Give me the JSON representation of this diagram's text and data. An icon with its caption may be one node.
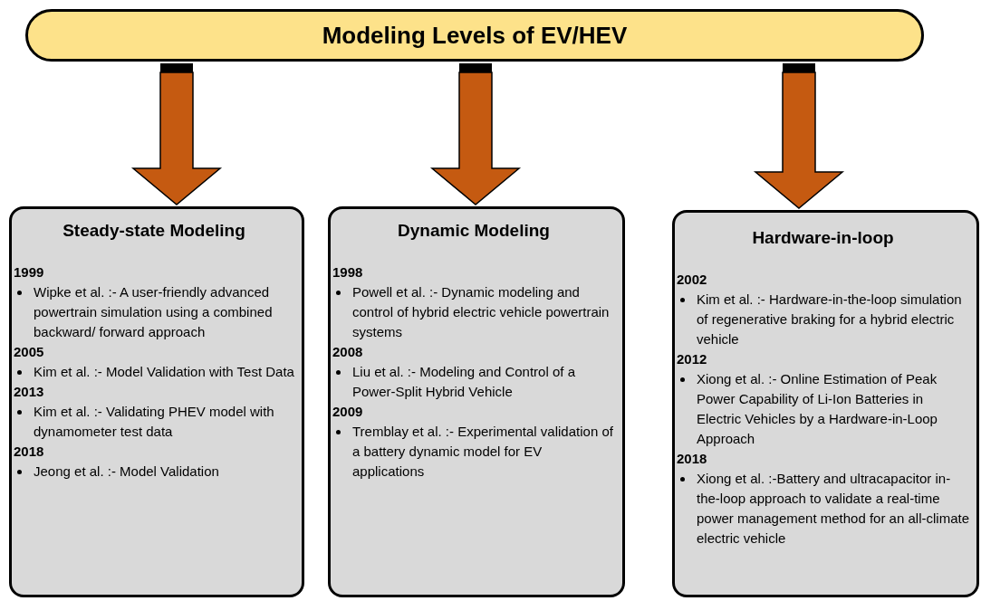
{
  "diagram": {
    "nodes": [
      {
        "text": [
          "Modeling Levels of EV/HEV"
        ]
      },
      {
        "text": [
          "Steady-state Modeling",
          "1999",
          "Wipke et al. :- A user-friendly advanced powertrain simulation using a combined backward/ forward approach",
          "2005",
          "Kim et al. :- Model Validation with Test Data",
          "2013",
          "Kim et al. :- Validating PHEV model with dynamometer test data",
          "2018",
          "Jeong et al. :- Model Validation"
        ]
      },
      {
        "text": [
          "Dynamic Modeling",
          "1998",
          "Powell et al. :- Dynamic modeling and control of hybrid electric vehicle powertrain systems",
          "2008",
          "Liu et al. :- Modeling and Control of a Power-Split Hybrid Vehicle",
          "2009",
          "Tremblay et al. :- Experimental validation of a battery dynamic model for EV applications"
        ]
      },
      {
        "text": [
          "Hardware-in-loop",
          "2002",
          "Kim et al. :- Hardware-in-the-loop simulation of regenerative braking for a hybrid electric vehicle",
          "2012",
          "Xiong et al. :- Online Estimation of Peak Power Capability of Li-Ion Batteries in Electric Vehicles by a Hardware-in-Loop Approach",
          "2018",
          "Xiong et al. :-Battery and ultracapacitor in-the-loop approach to validate a real-time power management method for an all-climate electric vehicle"
        ]
      }
    ],
    "edges": [
      {
        "from": 0,
        "to": 1,
        "arrow": "to",
        "style": "thick",
        "color": "#c55a11"
      },
      {
        "from": 0,
        "to": 2,
        "arrow": "to",
        "style": "thick",
        "color": "#c55a11"
      },
      {
        "from": 0,
        "to": 3,
        "arrow": "to",
        "style": "thick",
        "color": "#c55a11"
      }
    ]
  }
}
